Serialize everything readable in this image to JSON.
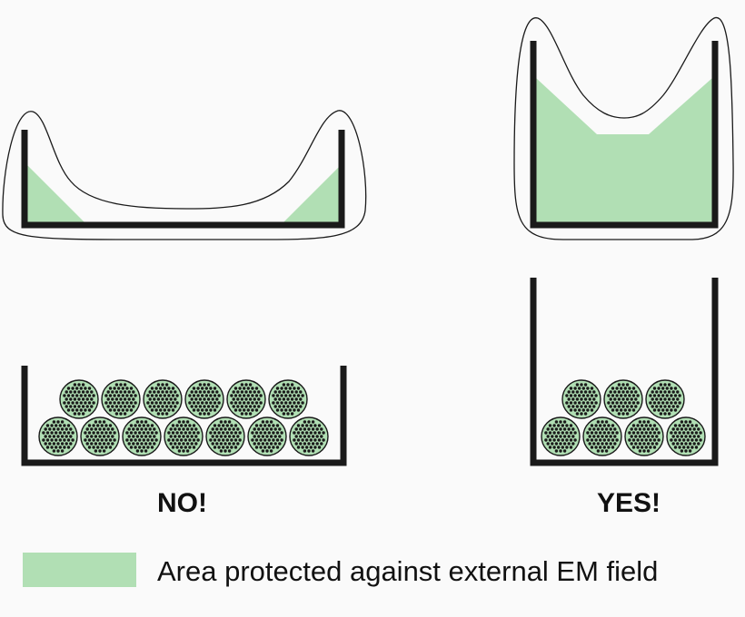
{
  "labels": {
    "no": "NO!",
    "yes": "YES!"
  },
  "legend": {
    "text": "Area protected against external EM field"
  },
  "colors": {
    "protected_area": "#b1dfb4",
    "tray": "#1a1a1a",
    "field_line": "#1a1a1a",
    "background": "#fafafa",
    "cable_fill": "#b1dfb4",
    "cable_dots": "#1a1a1a"
  },
  "panels": {
    "no": {
      "upper_tray_shape": "wide shallow",
      "cable_rows": [
        6,
        7
      ]
    },
    "yes": {
      "upper_tray_shape": "narrow deep",
      "cable_rows": [
        3,
        4
      ]
    }
  }
}
